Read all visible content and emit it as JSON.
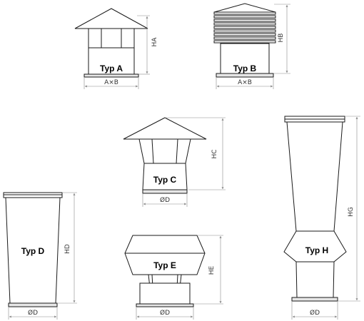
{
  "units": [
    {
      "id": "a",
      "label": "Typ A",
      "height_label": "HA",
      "base_label": "A×B"
    },
    {
      "id": "b",
      "label": "Typ B",
      "height_label": "HB",
      "base_label": "A×B"
    },
    {
      "id": "c",
      "label": "Typ C",
      "height_label": "HC",
      "base_label": "ØD"
    },
    {
      "id": "d",
      "label": "Typ D",
      "height_label": "HD",
      "base_label": "ØD"
    },
    {
      "id": "e",
      "label": "Typ E",
      "height_label": "HE",
      "base_label": "ØD"
    },
    {
      "id": "h",
      "label": "Typ H",
      "height_label": "HG",
      "base_label": "ØD"
    }
  ]
}
